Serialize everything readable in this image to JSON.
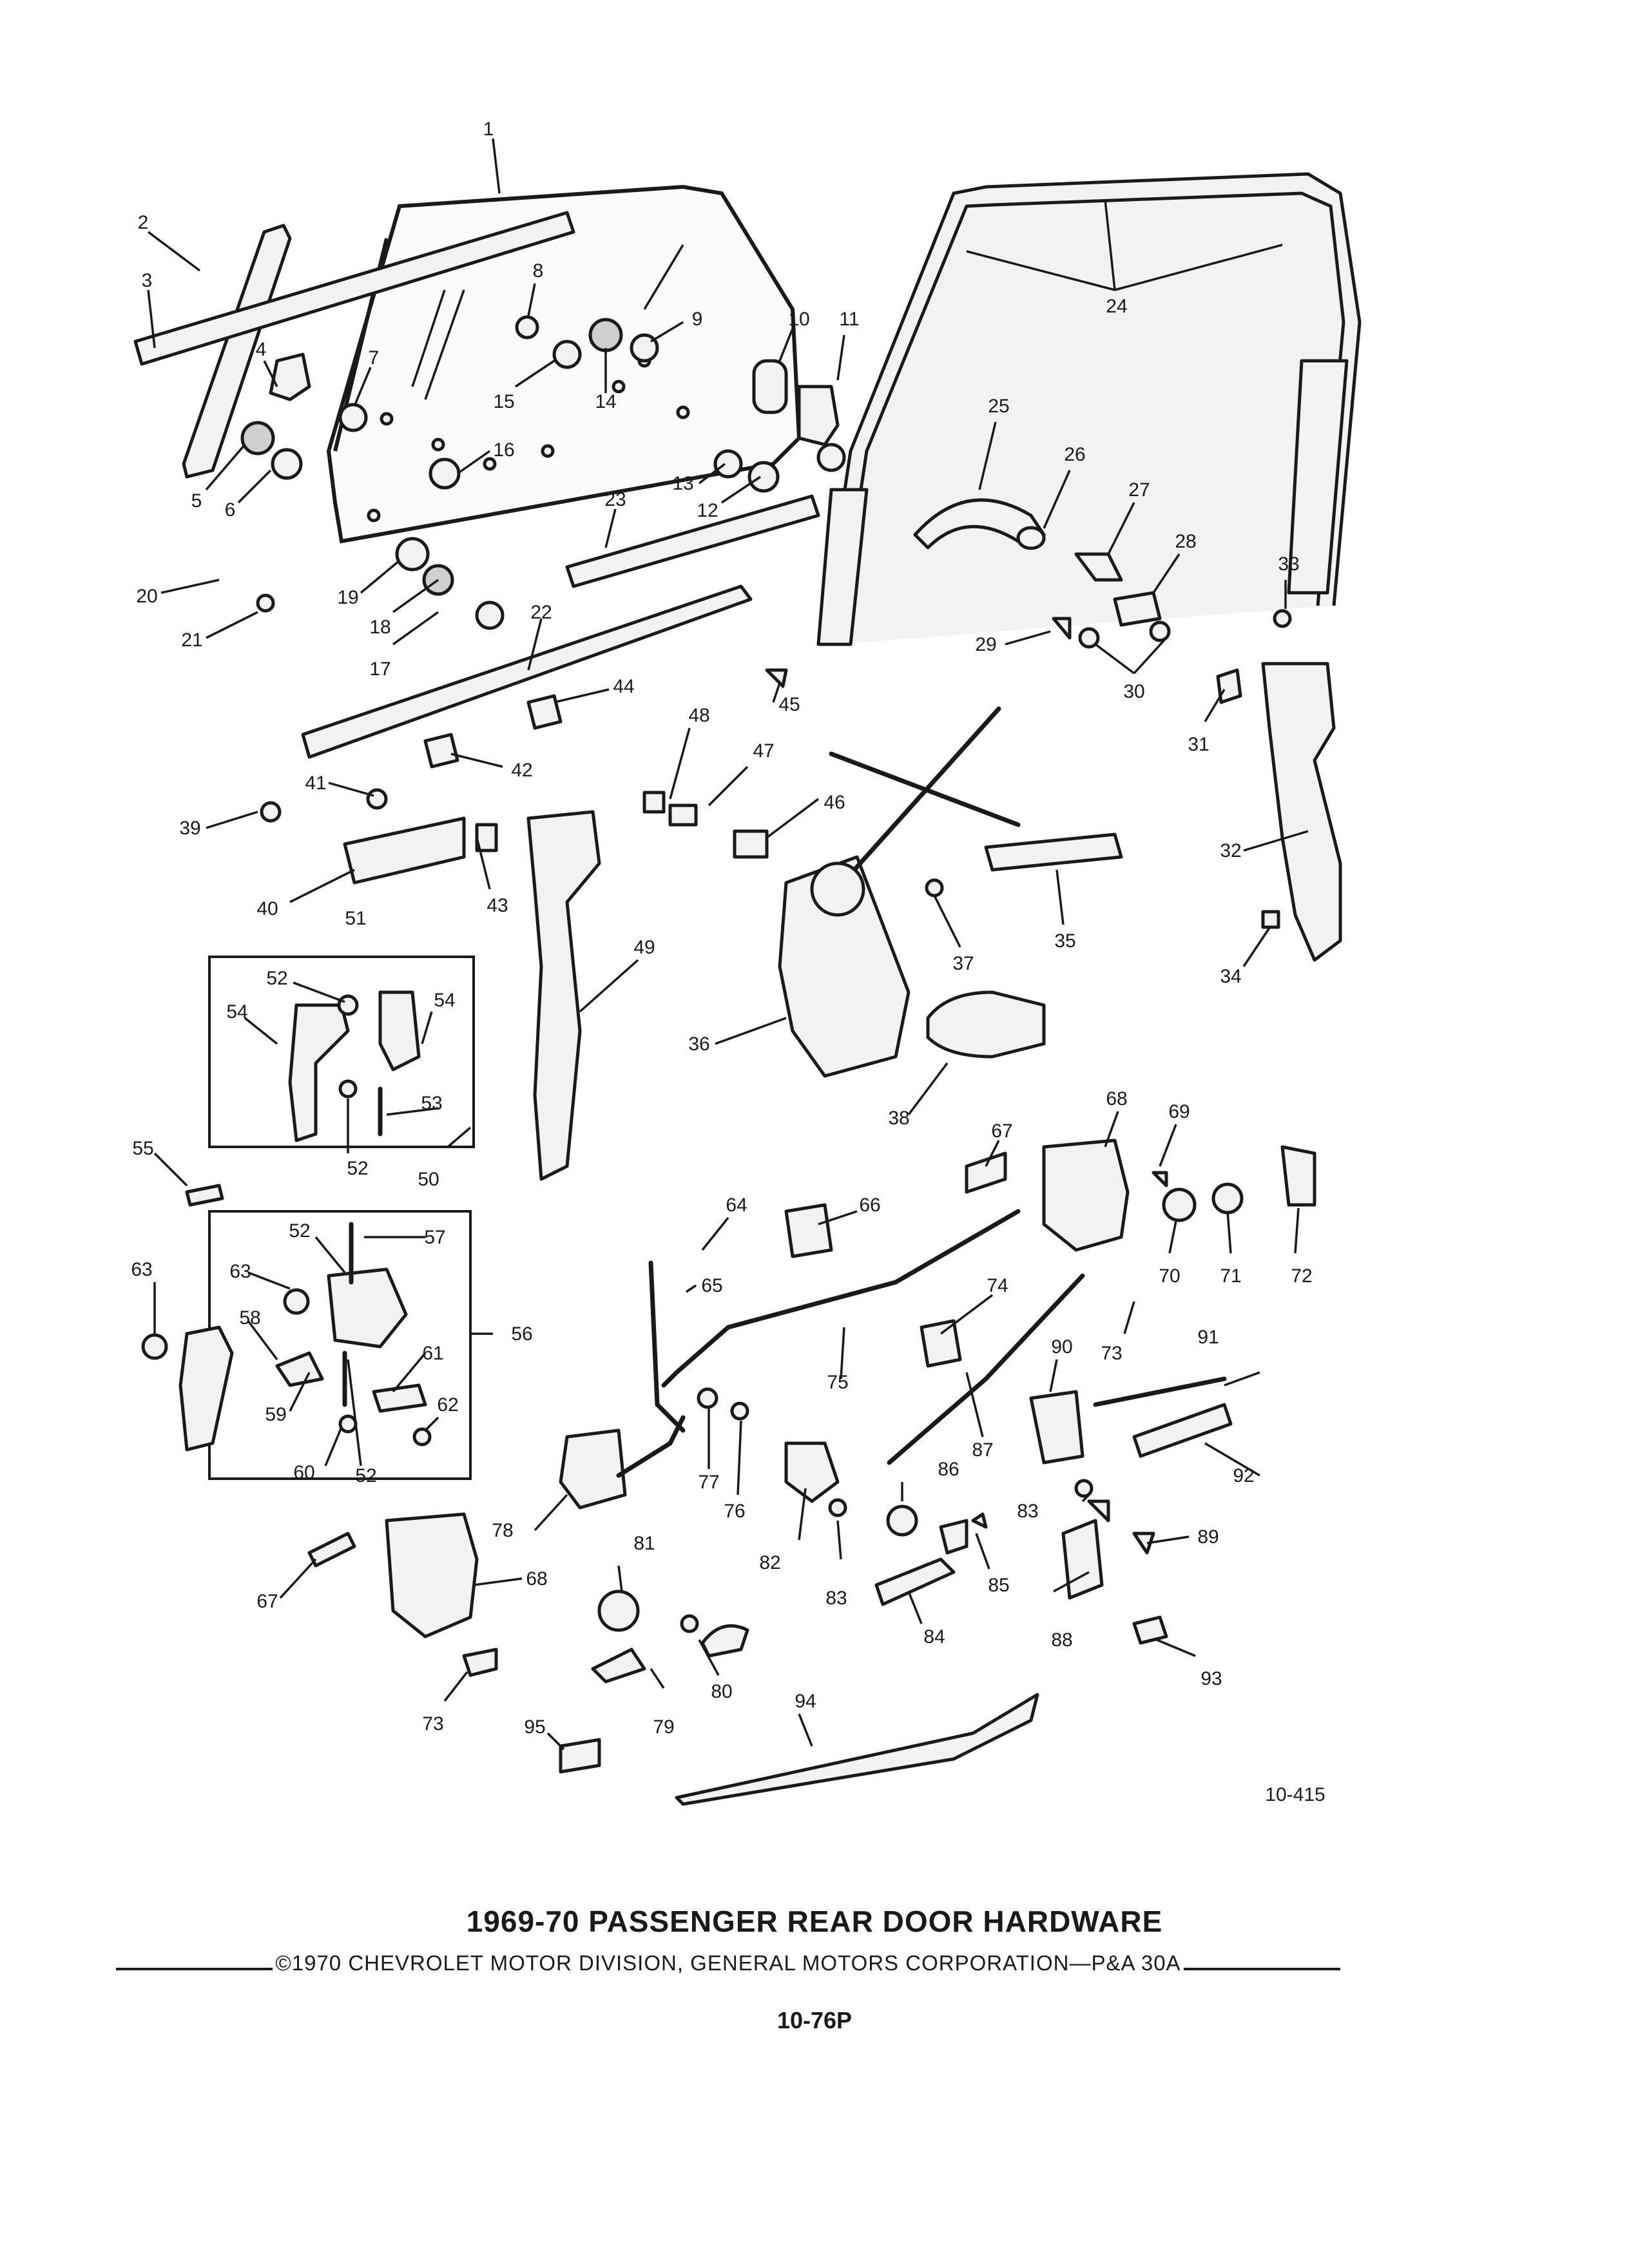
{
  "document": {
    "title": "1969-70 PASSENGER REAR DOOR HARDWARE",
    "copyright": "©1970 CHEVROLET MOTOR DIVISION, GENERAL MOTORS CORPORATION—P&A 30A",
    "page_number": "10-76P",
    "figure_ref": "10-415"
  },
  "callouts": [
    "1",
    "2",
    "3",
    "4",
    "5",
    "6",
    "7",
    "8",
    "9",
    "10",
    "11",
    "12",
    "13",
    "14",
    "15",
    "16",
    "17",
    "18",
    "19",
    "20",
    "21",
    "22",
    "23",
    "24",
    "25",
    "26",
    "27",
    "28",
    "29",
    "30",
    "31",
    "32",
    "33",
    "34",
    "35",
    "36",
    "37",
    "38",
    "39",
    "40",
    "41",
    "42",
    "43",
    "44",
    "45",
    "46",
    "47",
    "48",
    "49",
    "50",
    "51",
    "52",
    "53",
    "54",
    "55",
    "56",
    "57",
    "58",
    "59",
    "60",
    "61",
    "62",
    "63",
    "64",
    "65",
    "66",
    "67",
    "68",
    "69",
    "70",
    "71",
    "72",
    "73",
    "74",
    "75",
    "76",
    "77",
    "78",
    "79",
    "80",
    "81",
    "82",
    "83",
    "84",
    "85",
    "86",
    "87",
    "88",
    "89",
    "90",
    "91",
    "92",
    "93",
    "94",
    "95"
  ],
  "extra_labels": {
    "l52b": "52",
    "l52c": "52",
    "l52d": "52",
    "l54b": "54",
    "l63b": "63",
    "l67b": "67",
    "l68b": "68",
    "l73b": "73",
    "l83b": "83"
  }
}
